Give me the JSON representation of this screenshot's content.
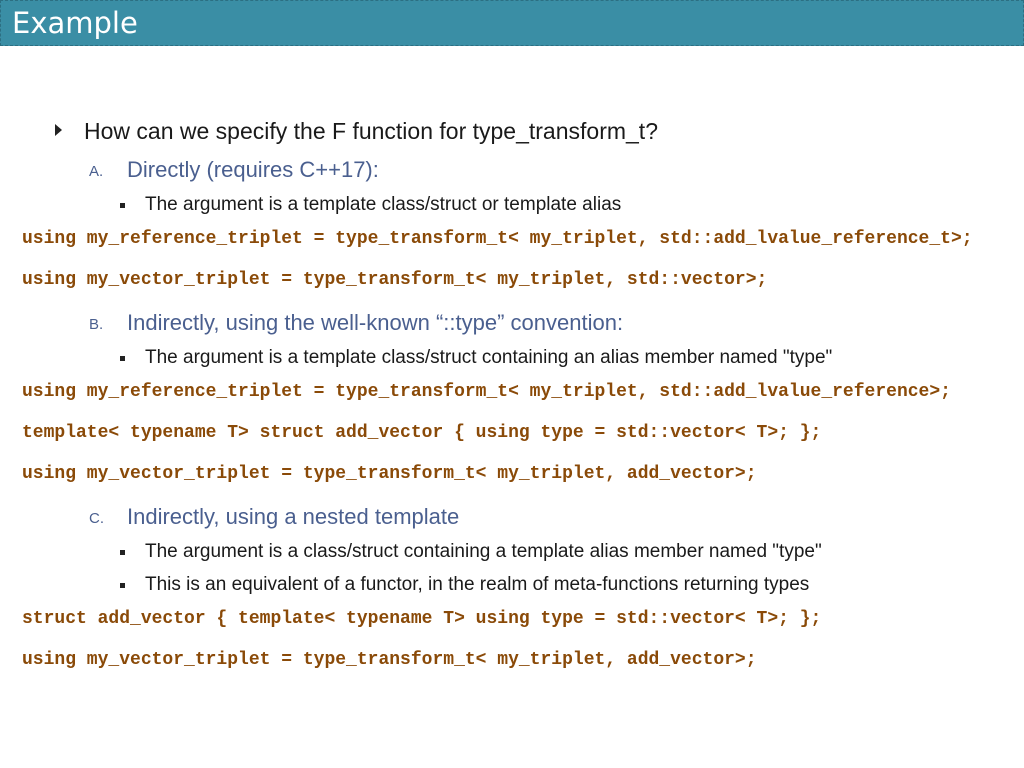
{
  "header": {
    "title": "Example"
  },
  "question": "How can we specify the F function for type_transform_t?",
  "options": [
    {
      "marker": "A.",
      "heading": "Directly (requires C++17):",
      "bullets": [
        "The argument is a template class/struct or template alias"
      ],
      "code": [
        "using my_reference_triplet = type_transform_t< my_triplet, std::add_lvalue_reference_t>;",
        "using my_vector_triplet = type_transform_t< my_triplet, std::vector>;"
      ]
    },
    {
      "marker": "B.",
      "heading": "Indirectly, using the well-known “::type” convention:",
      "bullets": [
        "The argument is a template class/struct containing an alias member named \"type\""
      ],
      "code": [
        "using my_reference_triplet = type_transform_t< my_triplet, std::add_lvalue_reference>;",
        "template< typename T> struct add_vector { using type = std::vector< T>; };",
        "using my_vector_triplet = type_transform_t< my_triplet, add_vector>;"
      ]
    },
    {
      "marker": "C.",
      "heading": "Indirectly, using a nested template",
      "bullets": [
        "The argument is a class/struct containing a template alias member named \"type\"",
        "This is an equivalent of a functor, in the realm of meta-functions returning types"
      ],
      "code": [
        "struct add_vector { template< typename T> using type = std::vector< T>; };",
        "using my_vector_triplet = type_transform_t< my_triplet, add_vector>;"
      ]
    }
  ],
  "colors": {
    "title_bar": "#3a8ea5",
    "heading": "#4a5f8f",
    "code": "#8a4a08"
  }
}
